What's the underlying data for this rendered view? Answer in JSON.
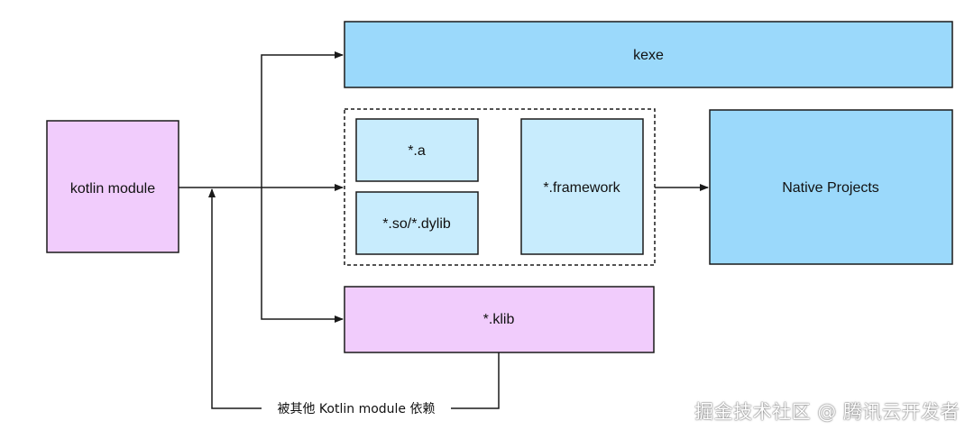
{
  "diagram": {
    "nodes": {
      "kotlin_module": "kotlin module",
      "kexe": "kexe",
      "static_lib": "*.a",
      "shared_lib": "*.so/*.dylib",
      "framework": "*.framework",
      "native_projects": "Native Projects",
      "klib": "*.klib"
    },
    "edges": {
      "dependency_label": "被其他 Kotlin module 依赖"
    },
    "colors": {
      "kotlin_purple": "#f1ccfc",
      "blue_dark": "#9bd9fb",
      "blue_light": "#c8ecfd",
      "stroke": "#1a1a1a"
    }
  },
  "watermark": "掘金技术社区 @ 腾讯云开发者"
}
